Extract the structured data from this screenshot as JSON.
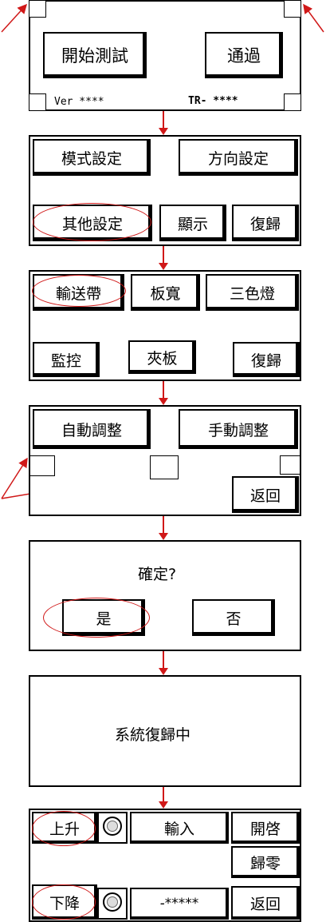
{
  "colors": {
    "annotation": "#d01818",
    "border": "#000000",
    "background": "#ffffff"
  },
  "screen1": {
    "start_test": "開始測試",
    "pass": "通過",
    "version": "Ver ****",
    "tr": "TR- ****"
  },
  "screen2": {
    "mode_setting": "模式設定",
    "direction_setting": "方向設定",
    "other_setting": "其他設定",
    "display": "顯示",
    "reset": "復歸"
  },
  "screen3": {
    "conveyor": "輸送帶",
    "board_width": "板寬",
    "tri_color_light": "三色燈",
    "monitor": "監控",
    "clamp": "夾板",
    "reset": "復歸"
  },
  "screen4": {
    "auto_adjust": "自動調整",
    "manual_adjust": "手動調整",
    "back": "返回"
  },
  "screen5": {
    "confirm": "確定?",
    "yes": "是",
    "no": "否"
  },
  "screen6": {
    "message": "系統復歸中"
  },
  "screen7": {
    "up": "上升",
    "input": "輸入",
    "open": "開啓",
    "zero": "歸零",
    "down": "下降",
    "value": "-*****",
    "back": "返回"
  }
}
